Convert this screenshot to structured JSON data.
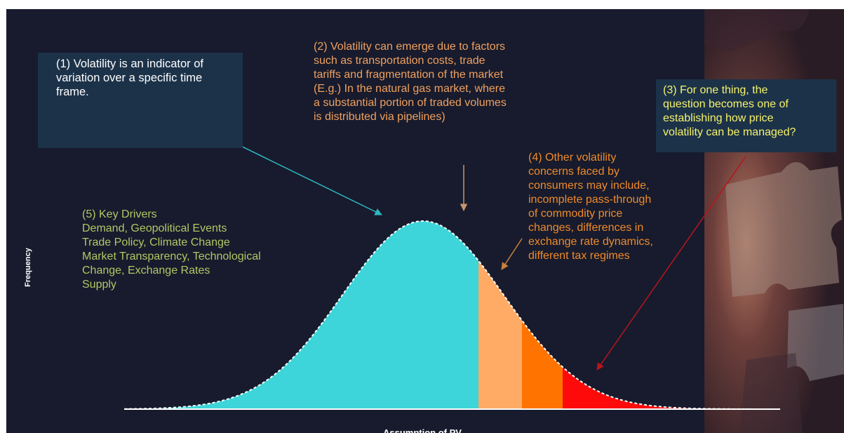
{
  "annotations": {
    "volatility_definition": {
      "lines": [
        "(1) Volatility is an indicator of",
        "variation over a specific time",
        "frame."
      ],
      "color": "#ffffff",
      "box_color": "#1c3249"
    },
    "volatility_factors": {
      "lines": [
        "(2) Volatility can emerge due to factors",
        "such as transportation costs, trade",
        "tariffs and fragmentation of the market",
        "(E.g.) In the natural gas market, where",
        "a substantial portion of traded volumes",
        "is distributed via pipelines)"
      ],
      "color": "#f0a05f"
    },
    "managing_volatility": {
      "lines": [
        "(3) For one thing, the",
        "question becomes one of",
        "establishing how price",
        "volatility can be managed?"
      ],
      "color": "#f6f36b",
      "box_color": "#1c3249"
    },
    "consumer_concerns": {
      "lines": [
        "(4) Other volatility",
        "concerns faced by",
        "consumers may include,",
        "incomplete pass-through",
        "of commodity price",
        "changes, differences in",
        "exchange rate dynamics,",
        "different tax regimes"
      ],
      "color": "#ef8a2a"
    },
    "key_drivers": {
      "lines": [
        "(5) Key Drivers",
        "Demand, Geopolitical Events",
        "Trade Policy, Climate Change",
        "Market Transparency, Technological",
        "Change, Exchange Rates",
        "Supply"
      ],
      "color": "#b0c864"
    }
  },
  "axes": {
    "y_label": "Frequency",
    "x_label": "Assumption of PV"
  },
  "distribution": {
    "segment_colors": {
      "main": "#3dd5d9",
      "tail_light": "#ffab66",
      "tail_mid": "#ff7300",
      "tail_extreme": "#ff0a0a"
    }
  },
  "colors": {
    "slide_background": "#171b2d",
    "arrow_1": "#2fb6c2",
    "arrow_2": "#c8946c",
    "arrow_3": "#b8151c",
    "arrow_4": "#c9803a"
  }
}
